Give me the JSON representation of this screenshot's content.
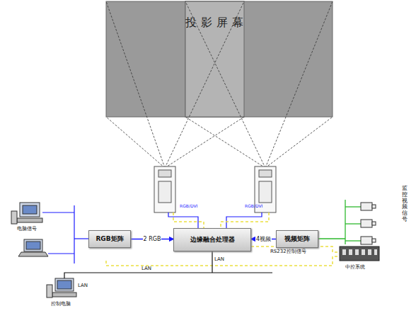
{
  "diagram": {
    "nodes": [
      {
        "text": [
          "RGB矩阵"
        ]
      },
      {
        "text": [
          "边缘融合处理器"
        ]
      },
      {
        "text": [
          "视频矩阵"
        ]
      }
    ],
    "edges": [
      {
        "from": 0,
        "to": 1,
        "label": "2 RGB",
        "arrow": "to"
      },
      {
        "from": 2,
        "to": 1,
        "label": "4视频",
        "arrow": "to"
      }
    ],
    "labels": [
      "投影屏幕",
      "RGB/DVI",
      "RGB/DVI",
      "电脑信号",
      "控制电脑",
      "LAN",
      "LAN",
      "LAN",
      "RS232控制信号",
      "中控系统",
      "监控视频信号"
    ]
  }
}
